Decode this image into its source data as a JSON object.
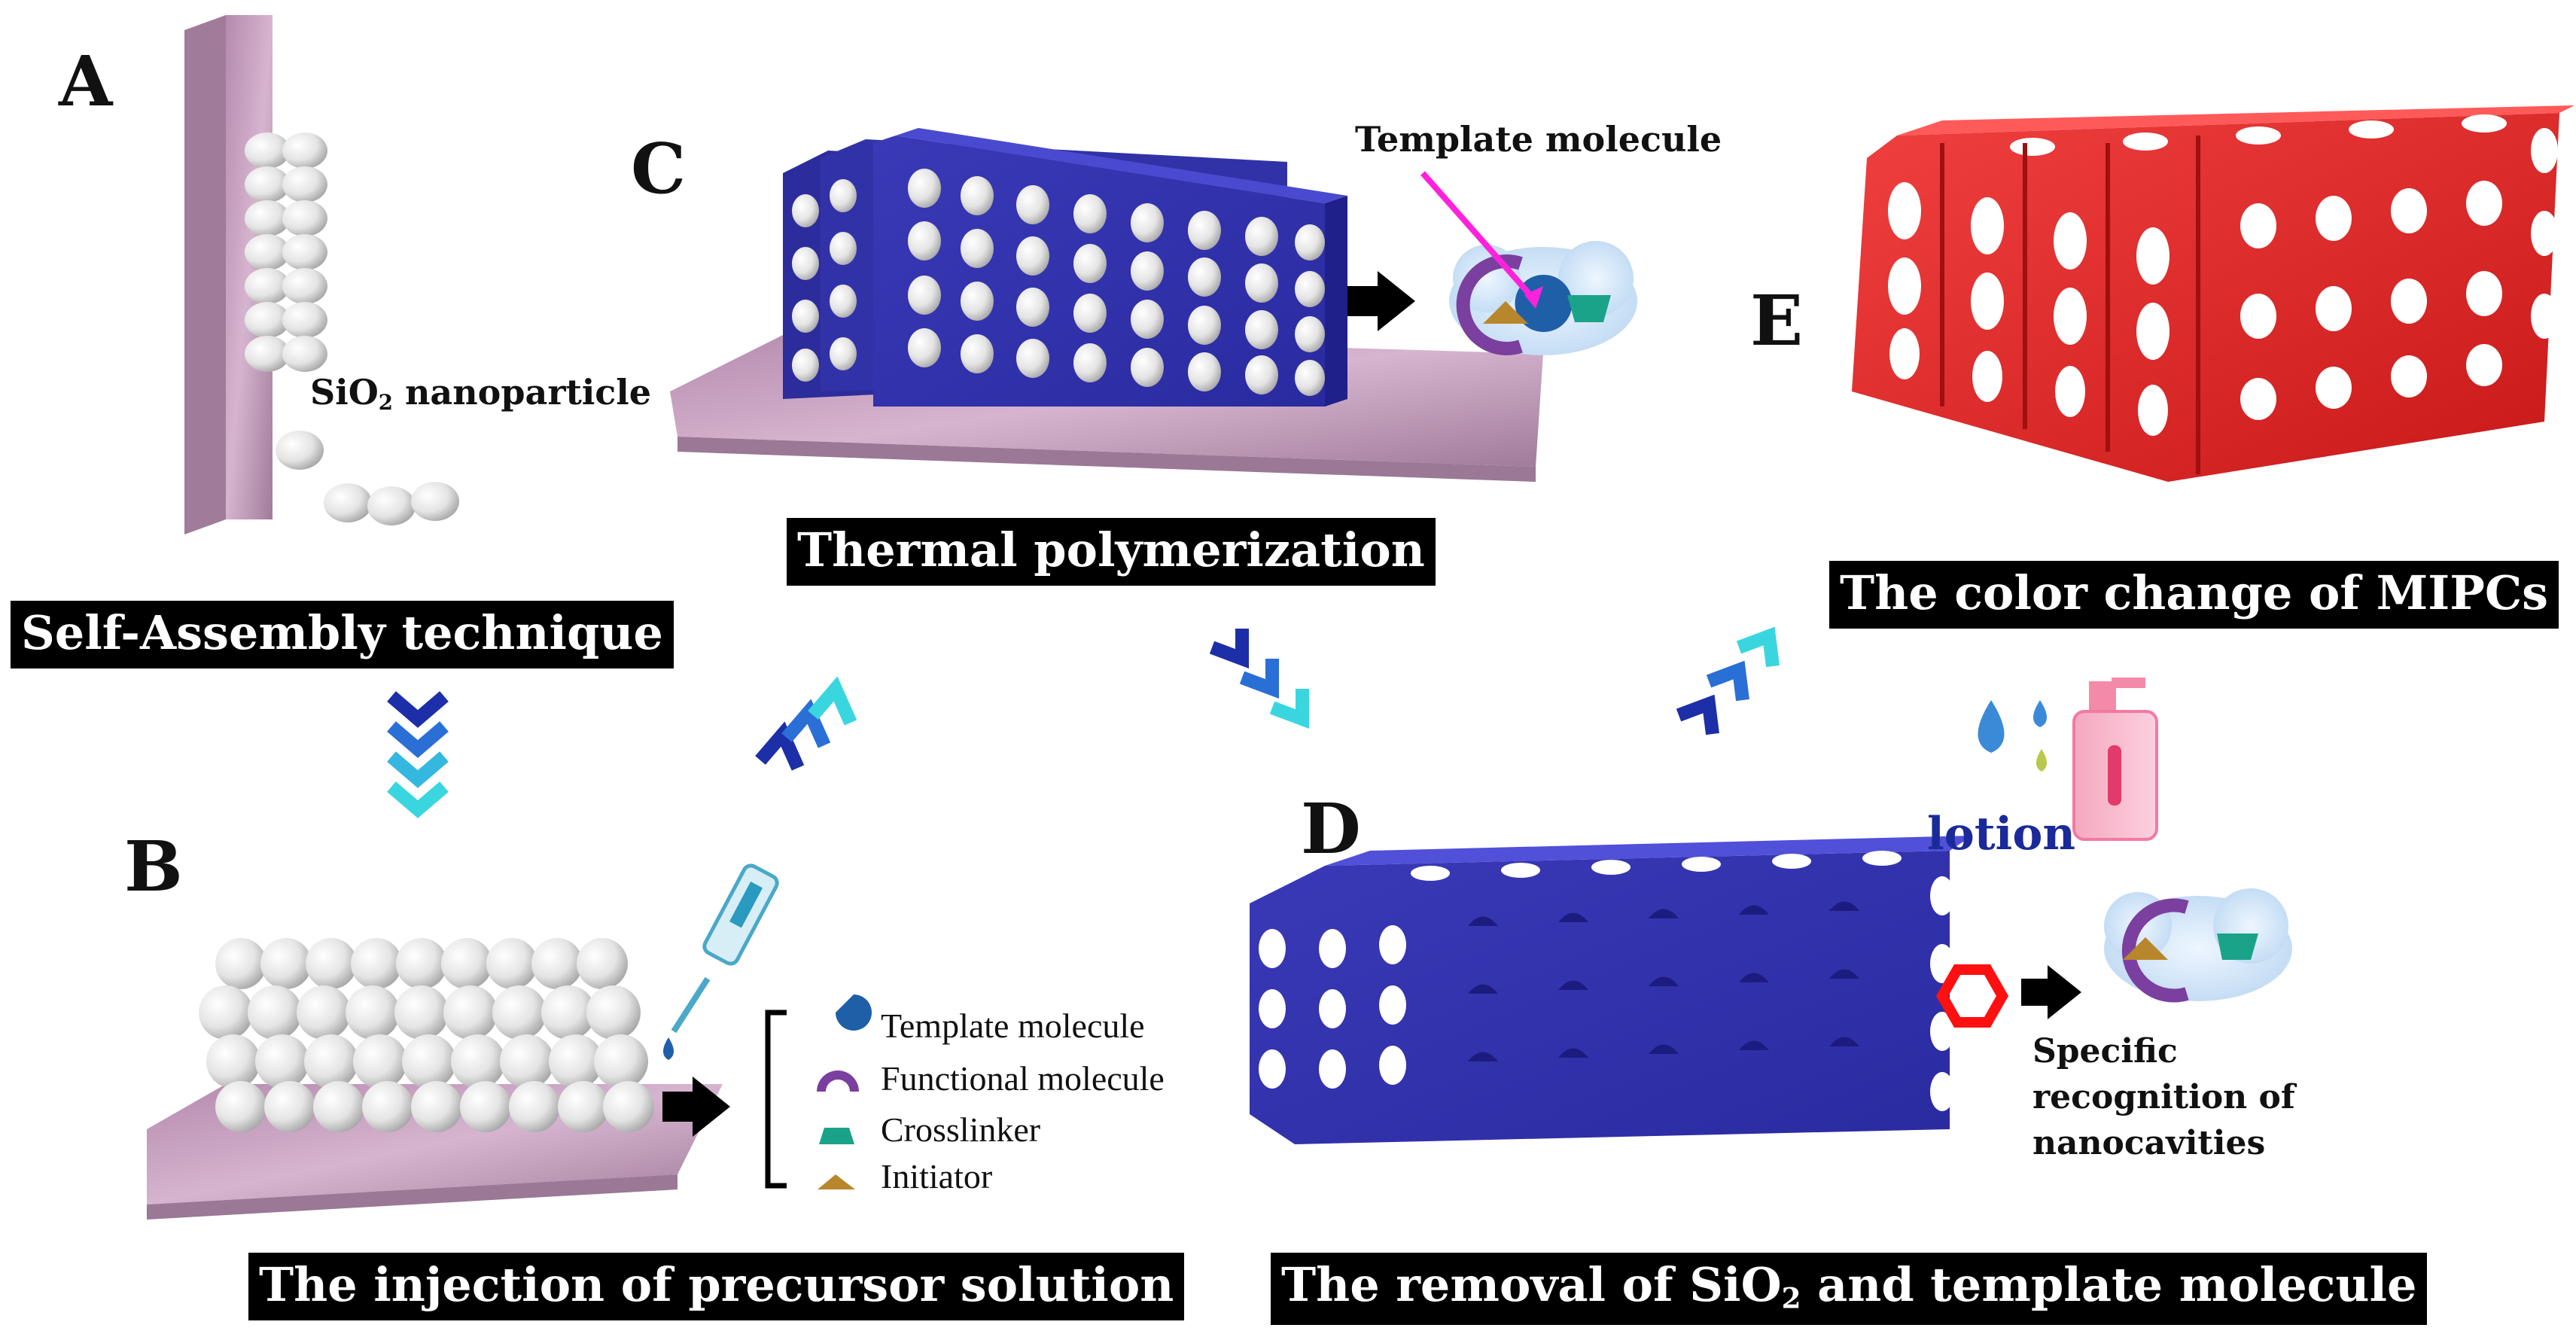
{
  "panels": {
    "A": {
      "letter": "A",
      "banner": "Self-Assembly technique",
      "particle_label_prefix": "SiO",
      "particle_label_sub": "2",
      "particle_label_suffix": " nanoparticle"
    },
    "B": {
      "letter": "B",
      "banner": "The injection of precursor solution"
    },
    "C": {
      "letter": "C",
      "banner": "Thermal polymerization",
      "template_label": "Template molecule"
    },
    "D": {
      "letter": "D",
      "banner_prefix": "The removal of SiO",
      "banner_sub": "2",
      "banner_suffix": " and template molecule",
      "lotion_label": "lotion",
      "recognition_line1": "Specific",
      "recognition_line2": "recognition of",
      "recognition_line3": "nanocavities"
    },
    "E": {
      "letter": "E",
      "banner": "The color change of MIPCs"
    }
  },
  "legend": [
    {
      "icon": "template-molecule-icon",
      "label": "Template molecule",
      "color": "#1f5fa8"
    },
    {
      "icon": "functional-molecule-icon",
      "label": "Functional molecule",
      "color": "#7b3fa0"
    },
    {
      "icon": "crosslinker-icon",
      "label": "Crosslinker",
      "color": "#1aa388"
    },
    {
      "icon": "initiator-icon",
      "label": " Initiator",
      "color": "#b8862b"
    }
  ],
  "colors": {
    "substrate": "#c9a0c0",
    "blue_structure": "#3c3cc0",
    "red_structure": "#e02020",
    "sphere": "#e8e8e8",
    "chevron_dark": "#1c2fa8",
    "chevron_light": "#3ad6e0"
  }
}
